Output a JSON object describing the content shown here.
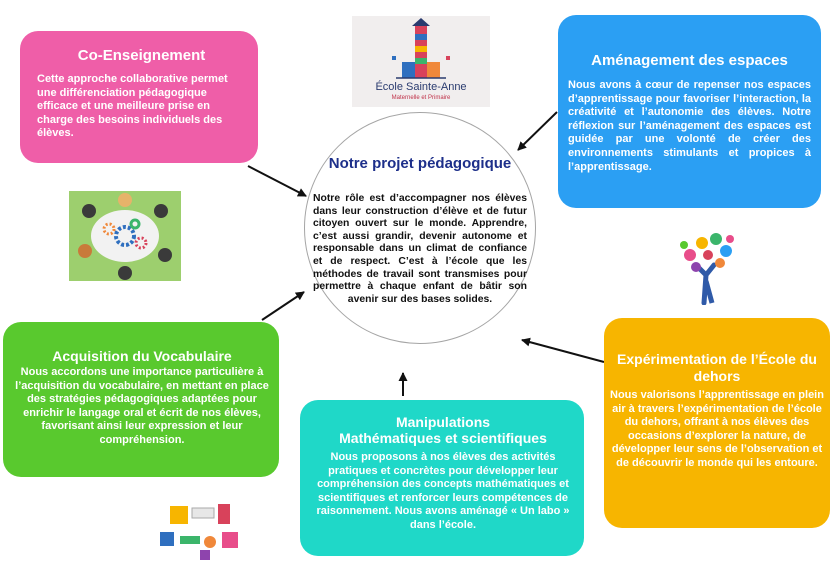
{
  "logo": {
    "name": "École Sainte-Anne",
    "subtitle": "Maternelle et Primaire"
  },
  "center": {
    "title": "Notre projet pédagogique",
    "text": "Notre rôle est d’accompagner nos élèves dans leur construction d’élève et de futur citoyen ouvert sur le monde. Apprendre, c’est aussi grandir, devenir autonome et responsable dans un climat de confiance et de respect. C’est à l’école que les méthodes de travail sont transmises pour permettre à chaque enfant de bâtir son avenir sur des bases solides."
  },
  "boxes": {
    "coenseignement": {
      "title": "Co-Enseignement",
      "text": "Cette approche collaborative permet une différenciation pédagogique efficace et une meilleure prise en charge des besoins individuels des élèves.",
      "color": "#ef5ea8"
    },
    "amenagement": {
      "title": "Aménagement des espaces",
      "text": "Nous avons à cœur de repenser nos espaces d’apprentissage pour favoriser l’interaction, la créativité et l’autonomie des élèves. Notre réflexion sur l’aménagement des espaces est guidée par une volonté de créer des environnements stimulants et propices à l’apprentissage.",
      "color": "#2b9ff3"
    },
    "vocabulaire": {
      "title": "Acquisition du Vocabulaire",
      "text": "Nous accordons une importance particulière à l’acquisition du vocabulaire, en mettant en place des stratégies pédagogiques adaptées pour enrichir le langage oral et écrit de nos élèves, favorisant ainsi leur expression et leur compréhension.",
      "color": "#59c92e"
    },
    "manipulations": {
      "title_line1": "Manipulations",
      "title_line2": "Mathématiques et scientifiques",
      "text": "Nous proposons à nos élèves des activités pratiques et concrètes pour développer leur compréhension des concepts mathématiques et scientifiques et renforcer leurs compétences de raisonnement. Nous avons aménagé « Un labo » dans l’école.",
      "color": "#1fd8c8"
    },
    "dehors": {
      "title": "Expérimentation de l’École du dehors",
      "text": "Nous valorisons l’apprentissage en plein air à travers l’expérimentation de l’école du dehors, offrant à nos élèves des occasions d’explorer la nature, de développer leur sens de l’observation et de découvrir le monde qui les entoure.",
      "color": "#f7b500"
    }
  },
  "icons": [
    "lighthouse-logo-icon",
    "collaboration-gears-icon",
    "colorful-tree-icon",
    "math-manipulatives-icon"
  ]
}
